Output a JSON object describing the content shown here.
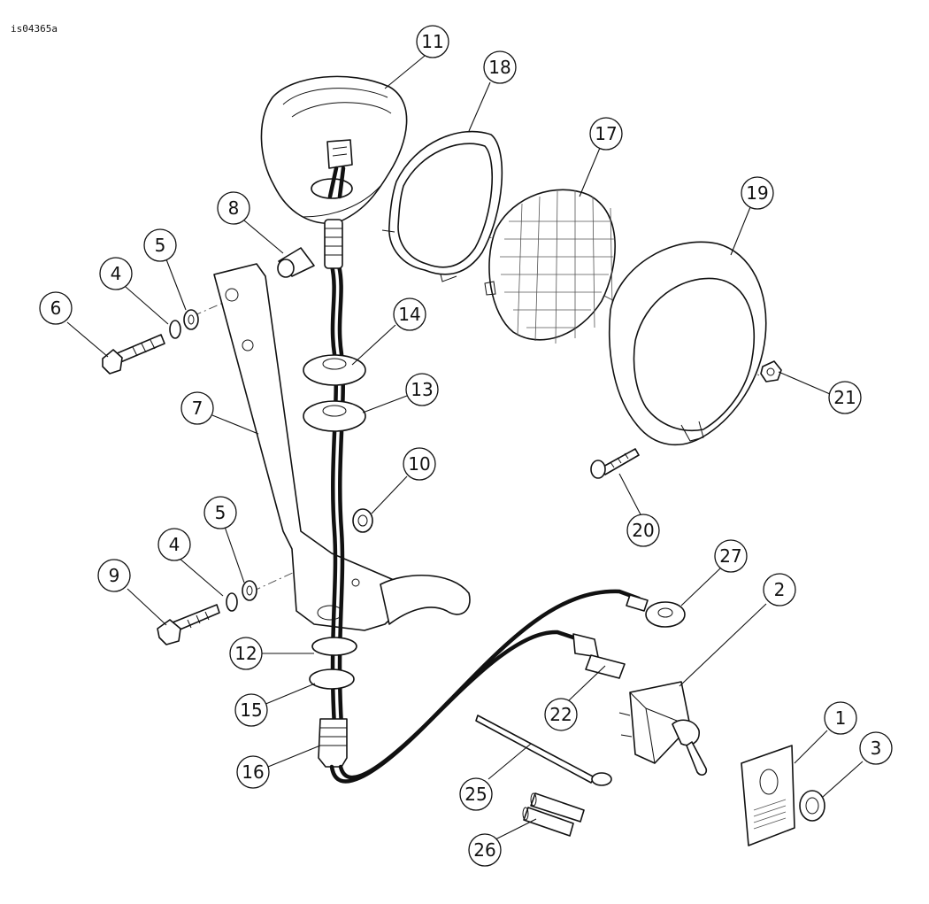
{
  "drawing_id": "is04365a",
  "callouts": [
    {
      "label": "11"
    },
    {
      "label": "18"
    },
    {
      "label": "17"
    },
    {
      "label": "19"
    },
    {
      "label": "8"
    },
    {
      "label": "5"
    },
    {
      "label": "4"
    },
    {
      "label": "6"
    },
    {
      "label": "14"
    },
    {
      "label": "13"
    },
    {
      "label": "7"
    },
    {
      "label": "10"
    },
    {
      "label": "21"
    },
    {
      "label": "20"
    },
    {
      "label": "5"
    },
    {
      "label": "4"
    },
    {
      "label": "9"
    },
    {
      "label": "27"
    },
    {
      "label": "2"
    },
    {
      "label": "12"
    },
    {
      "label": "15"
    },
    {
      "label": "22"
    },
    {
      "label": "1"
    },
    {
      "label": "3"
    },
    {
      "label": "16"
    },
    {
      "label": "25"
    },
    {
      "label": "26"
    }
  ]
}
